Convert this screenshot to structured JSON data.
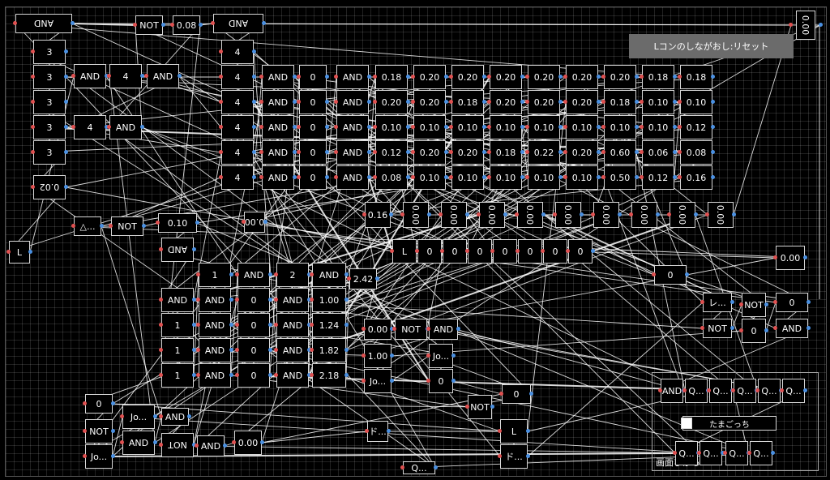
{
  "reset_button": {
    "label": "Lコンのしながおし:リセット"
  },
  "display_panel": {
    "label": "画面ひかる",
    "title": "たまごっち"
  },
  "accent": {
    "input_port": "#e05050",
    "output_port": "#4a90e2",
    "wire": "#ffffff",
    "reset_bg": "#6b6b6b"
  },
  "nodes": [
    {
      "text": "AND",
      "flip": true
    },
    {
      "text": "3"
    },
    {
      "text": "3"
    },
    {
      "text": "3"
    },
    {
      "text": "3"
    },
    {
      "text": "3"
    },
    {
      "text": "0.02",
      "flip": true
    },
    {
      "text": "L",
      "icon": "controller-l-icon"
    },
    {
      "text": "AND"
    },
    {
      "text": "4"
    },
    {
      "text": "AND"
    },
    {
      "text": "4"
    },
    {
      "text": "AND"
    },
    {
      "text": "NOT"
    },
    {
      "text": "0.08"
    },
    {
      "text": "AND",
      "flip": true
    },
    {
      "text": "4"
    },
    {
      "text": "4"
    },
    {
      "text": "4"
    },
    {
      "text": "4"
    },
    {
      "text": "4"
    },
    {
      "text": "4"
    },
    {
      "text": "AND"
    },
    {
      "text": "AND"
    },
    {
      "text": "AND"
    },
    {
      "text": "AND"
    },
    {
      "text": "AND"
    },
    {
      "text": "0"
    },
    {
      "text": "0"
    },
    {
      "text": "0"
    },
    {
      "text": "0"
    },
    {
      "text": "0"
    },
    {
      "text": "AND"
    },
    {
      "text": "AND"
    },
    {
      "text": "AND"
    },
    {
      "text": "AND"
    },
    {
      "text": "AND"
    },
    {
      "text": "0.18"
    },
    {
      "text": "0.20"
    },
    {
      "text": "0.20"
    },
    {
      "text": "0.20"
    },
    {
      "text": "0.20"
    },
    {
      "text": "0.20"
    },
    {
      "text": "0.20"
    },
    {
      "text": "0.18"
    },
    {
      "text": "0.18"
    },
    {
      "text": "0.20"
    },
    {
      "text": "0.20"
    },
    {
      "text": "0.18"
    },
    {
      "text": "0.20"
    },
    {
      "text": "0.20"
    },
    {
      "text": "0.20"
    },
    {
      "text": "0.18"
    },
    {
      "text": "0.10"
    },
    {
      "text": "0.10"
    },
    {
      "text": "0.10"
    },
    {
      "text": "0.10"
    },
    {
      "text": "0.10"
    },
    {
      "text": "0.10"
    },
    {
      "text": "0.10"
    },
    {
      "text": "0.10"
    },
    {
      "text": "0.10"
    },
    {
      "text": "0.10"
    },
    {
      "text": "0.12"
    },
    {
      "text": "0.12"
    },
    {
      "text": "0.20"
    },
    {
      "text": "0.20"
    },
    {
      "text": "0.18"
    },
    {
      "text": "0.22"
    },
    {
      "text": "0.20"
    },
    {
      "text": "0.60"
    },
    {
      "text": "0.06"
    },
    {
      "text": "0.08"
    },
    {
      "text": "0.08"
    },
    {
      "text": "0.10"
    },
    {
      "text": "0.10"
    },
    {
      "text": "0.10"
    },
    {
      "text": "0.10"
    },
    {
      "text": "0.10"
    },
    {
      "text": "0.50"
    },
    {
      "text": "0.12"
    },
    {
      "text": "0.16"
    },
    {
      "text": "0.16"
    },
    {
      "text": "0.00",
      "rot": true
    },
    {
      "text": "0.00",
      "rot": true
    },
    {
      "text": "0.00",
      "rot": true
    },
    {
      "text": "0.00",
      "rot": true
    },
    {
      "text": "0.00",
      "rot": true
    },
    {
      "text": "0.00",
      "rot": true
    },
    {
      "text": "0.00",
      "rot": true
    },
    {
      "text": "0.00",
      "rot": true
    },
    {
      "text": "0.00",
      "rot": true
    },
    {
      "text": "0.00",
      "rot": true
    },
    {
      "text": "0.00",
      "flip": true
    },
    {
      "text": "L",
      "icon": "controller-l-icon"
    },
    {
      "text": "0"
    },
    {
      "text": "0"
    },
    {
      "text": "0"
    },
    {
      "text": "0"
    },
    {
      "text": "0"
    },
    {
      "text": "0"
    },
    {
      "text": "0"
    },
    {
      "text": "0"
    },
    {
      "text": "0.00"
    },
    {
      "text": "△..."
    },
    {
      "text": "NOT"
    },
    {
      "text": "0.10"
    },
    {
      "text": "AND",
      "flip": true
    },
    {
      "text": "AND"
    },
    {
      "text": "1"
    },
    {
      "text": "1"
    },
    {
      "text": "1"
    },
    {
      "text": "1"
    },
    {
      "text": "AND"
    },
    {
      "text": "AND"
    },
    {
      "text": "AND"
    },
    {
      "text": "AND"
    },
    {
      "text": "AND"
    },
    {
      "text": "0"
    },
    {
      "text": "0"
    },
    {
      "text": "0"
    },
    {
      "text": "0"
    },
    {
      "text": "2"
    },
    {
      "text": "AND"
    },
    {
      "text": "AND"
    },
    {
      "text": "AND"
    },
    {
      "text": "AND"
    },
    {
      "text": "AND"
    },
    {
      "text": "1.00"
    },
    {
      "text": "1.24"
    },
    {
      "text": "1.82"
    },
    {
      "text": "2.18"
    },
    {
      "text": "2.42"
    },
    {
      "text": "0.00"
    },
    {
      "text": "NOT"
    },
    {
      "text": "AND"
    },
    {
      "text": "1.00"
    },
    {
      "text": "Jo..."
    },
    {
      "text": "Jo..."
    },
    {
      "text": "0"
    },
    {
      "text": "0"
    },
    {
      "text": "NOT"
    },
    {
      "text": "0"
    },
    {
      "text": "NOT"
    },
    {
      "text": "Jo..."
    },
    {
      "text": "Jo..."
    },
    {
      "text": "AND"
    },
    {
      "text": "AND"
    },
    {
      "text": "NOT",
      "flip": true
    },
    {
      "text": "AND"
    },
    {
      "text": "0.00"
    },
    {
      "text": "ド..."
    },
    {
      "text": "L",
      "icon": "controller-l-icon"
    },
    {
      "text": "ド..."
    },
    {
      "text": "レ..."
    },
    {
      "text": "NOT"
    },
    {
      "text": "NOT"
    },
    {
      "text": "0"
    },
    {
      "text": "0"
    },
    {
      "text": "AND"
    },
    {
      "text": "AND"
    },
    {
      "text": "Q..."
    },
    {
      "text": "Q..."
    },
    {
      "text": "Q..."
    },
    {
      "text": "Q..."
    },
    {
      "text": "Q..."
    },
    {
      "text": "Q..."
    },
    {
      "text": "Q..."
    },
    {
      "text": "Q..."
    },
    {
      "text": "Q..."
    },
    {
      "text": "Q..."
    }
  ]
}
